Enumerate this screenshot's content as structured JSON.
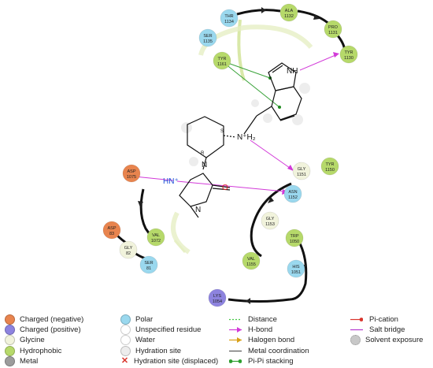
{
  "residues": [
    {
      "id": "thr1134",
      "name": "THR",
      "num": "1134",
      "type": "polar",
      "fill": "#9ad8ee"
    },
    {
      "id": "ala1132",
      "name": "ALA",
      "num": "1132",
      "type": "hydrophobic",
      "fill": "#b6d96a"
    },
    {
      "id": "ser1135",
      "name": "SER",
      "num": "1135",
      "type": "polar",
      "fill": "#9ad8ee"
    },
    {
      "id": "pro1131",
      "name": "PRO",
      "num": "1131",
      "type": "hydrophobic",
      "fill": "#b6d96a"
    },
    {
      "id": "tyr1130",
      "name": "TYR",
      "num": "1130",
      "type": "hydrophobic",
      "fill": "#b6d96a"
    },
    {
      "id": "tyr1161",
      "name": "TYR",
      "num": "1161",
      "type": "hydrophobic",
      "fill": "#b6d96a"
    },
    {
      "id": "asp1075",
      "name": "ASP",
      "num": "1075",
      "type": "negative",
      "fill": "#e8844e"
    },
    {
      "id": "tyr1150",
      "name": "TYR",
      "num": "1150",
      "type": "hydrophobic",
      "fill": "#b6d96a"
    },
    {
      "id": "gly1151",
      "name": "GLY",
      "num": "1151",
      "type": "glycine",
      "fill": "#f1f3dc"
    },
    {
      "id": "asn1152",
      "name": "ASN",
      "num": "1152",
      "type": "polar",
      "fill": "#9ad8ee"
    },
    {
      "id": "gly1153",
      "name": "GLY",
      "num": "1153",
      "type": "glycine",
      "fill": "#f1f3dc"
    },
    {
      "id": "trp1050",
      "name": "TRP",
      "num": "1050",
      "type": "hydrophobic",
      "fill": "#b6d96a"
    },
    {
      "id": "val1155",
      "name": "VAL",
      "num": "1155",
      "type": "hydrophobic",
      "fill": "#b6d96a"
    },
    {
      "id": "his1051",
      "name": "HIS",
      "num": "1051",
      "type": "polar",
      "fill": "#9ad8ee"
    },
    {
      "id": "lys1054",
      "name": "LYS",
      "num": "1054",
      "type": "positive",
      "fill": "#8d83df"
    },
    {
      "id": "asp83",
      "name": "ASP",
      "num": "83",
      "type": "negative",
      "fill": "#e8844e"
    },
    {
      "id": "gly82",
      "name": "GLY",
      "num": "82",
      "type": "glycine",
      "fill": "#f1f3dc"
    },
    {
      "id": "ser81",
      "name": "SER",
      "num": "81",
      "type": "polar",
      "fill": "#9ad8ee"
    },
    {
      "id": "val1072",
      "name": "VAL",
      "num": "1072",
      "type": "hydrophobic",
      "fill": "#b6d96a"
    }
  ],
  "ligand_labels": {
    "nh_indole": "NH",
    "nh2_plus": "N⁺H₂",
    "stereo_s": "S",
    "stereo_r": "R",
    "hn_plus": "HN⁺",
    "carbonyl_o": "O",
    "ring_n": "N",
    "pip_n": "N"
  },
  "legend": [
    {
      "label": "Charged (negative)",
      "kind": "circle",
      "color": "#e8844e"
    },
    {
      "label": "Charged (positive)",
      "kind": "circle",
      "color": "#8d83df"
    },
    {
      "label": "Glycine",
      "kind": "circle",
      "color": "#f1f3dc"
    },
    {
      "label": "Hydrophobic",
      "kind": "circle",
      "color": "#b6d96a"
    },
    {
      "label": "Metal",
      "kind": "circle",
      "color": "#9c9c9c"
    },
    {
      "label": "Polar",
      "kind": "circle",
      "color": "#9ad8ee"
    },
    {
      "label": "Unspecified residue",
      "kind": "circle",
      "color": "#ffffff"
    },
    {
      "label": "Water",
      "kind": "circle",
      "color": "#ffffff"
    },
    {
      "label": "Hydration site",
      "kind": "circle",
      "color": "#ededed"
    },
    {
      "label": "Hydration site (displaced)",
      "kind": "cross",
      "color": "#d9342b"
    },
    {
      "label": "Distance",
      "kind": "dashed",
      "color": "#44c744"
    },
    {
      "label": "H-bond",
      "kind": "arrow",
      "color": "#d23ad8"
    },
    {
      "label": "Halogen bond",
      "kind": "arrow",
      "color": "#d9a018"
    },
    {
      "label": "Metal coordination",
      "kind": "line",
      "color": "#555555"
    },
    {
      "label": "Pi-Pi stacking",
      "kind": "dotline",
      "color": "#2e9e2e"
    },
    {
      "label": "Pi-cation",
      "kind": "dotline",
      "color": "#d9342b"
    },
    {
      "label": "Salt bridge",
      "kind": "line",
      "color": "#b43ad0"
    },
    {
      "label": "Solvent exposure",
      "kind": "solvent",
      "color": "#c8c8c8"
    }
  ]
}
